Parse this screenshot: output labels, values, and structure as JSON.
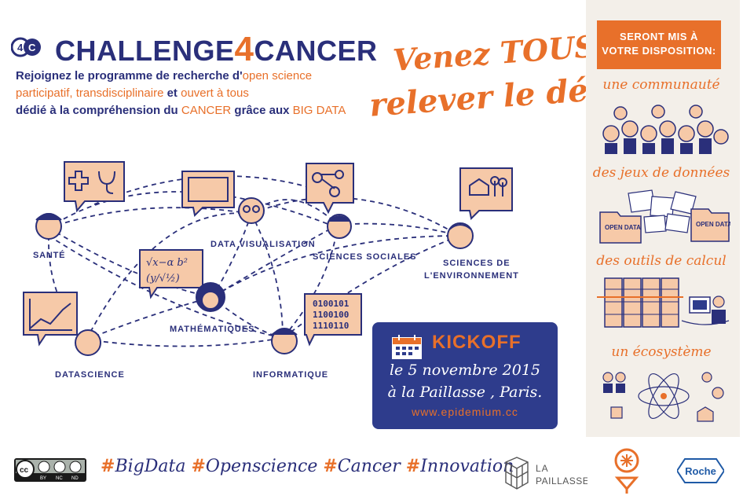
{
  "header": {
    "title_part1": "CHALLENGE",
    "title_part2": "4",
    "title_part3": "CANCER",
    "intro_line1_a": "Rejoignez le programme de recherche d'",
    "intro_line1_b": "open science",
    "intro_line2_a": "participatif, transdisciplinaire",
    "intro_line2_b": " et ",
    "intro_line2_c": "ouvert à tous",
    "intro_line3_a": "dédié à la compréhension du ",
    "intro_line3_b": "CANCER",
    "intro_line3_c": " grâce aux ",
    "intro_line3_d": "BIG DATA"
  },
  "slogan": {
    "line1": "Venez TOUS",
    "line2": "relever le défi"
  },
  "resources": {
    "header_line1": "SERONT MIS À",
    "header_line2": "VOTRE DISPOSITION:",
    "items": [
      {
        "title": "une communauté"
      },
      {
        "title": "des jeux de données",
        "folder_label_1": "OPEN DATA",
        "folder_label_2": "OPEN DATA"
      },
      {
        "title": "des outils de calcul"
      },
      {
        "title": "un écosystème"
      }
    ]
  },
  "network": {
    "nodes": {
      "sante": "SANTÉ",
      "data_visualisation": "DATA VISUALISATION",
      "sciences_sociales": "SCIENCES SOCIALES",
      "sciences_env_1": "SCIENCES DE",
      "sciences_env_2": "L'ENVIRONNEMENT",
      "mathematiques": "MATHÉMATIQUES",
      "datascience": "DATASCIENCE",
      "informatique": "INFORMATIQUE"
    },
    "binary": [
      "0100101",
      "1100100",
      "1110110"
    ]
  },
  "kickoff": {
    "label": "KICKOFF",
    "date": "le 5 novembre 2015",
    "place": "à la Paillasse , Paris.",
    "url": "www.epidemium.cc"
  },
  "footer": {
    "cc_labels": [
      "BY",
      "NC",
      "ND"
    ],
    "hashtags": [
      {
        "hash": "#",
        "text": "BigData"
      },
      {
        "hash": "#",
        "text": "Openscience"
      },
      {
        "hash": "#",
        "text": "Cancer"
      },
      {
        "hash": "#",
        "text": "Innovation"
      }
    ],
    "paillasse_line1": "LA",
    "paillasse_line2": "PAILLASSE",
    "roche": "Roche"
  },
  "colors": {
    "navy": "#2a2f7a",
    "orange": "#e8702a",
    "kickoff_bg": "#2e3c8c",
    "bubble_fill": "#f6c9a8"
  }
}
